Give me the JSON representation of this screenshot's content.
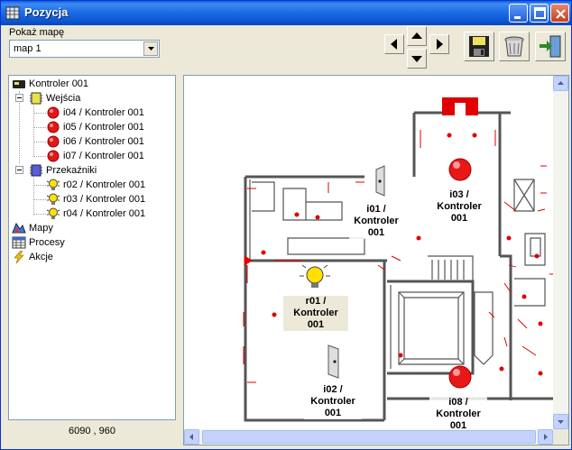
{
  "window": {
    "title": "Pozycja"
  },
  "map_select": {
    "label": "Pokaż mapę",
    "value": "map 1"
  },
  "tree": {
    "root": "Kontroler 001",
    "inputs": {
      "label": "Wejścia",
      "items": [
        "i04 / Kontroler 001",
        "i05 / Kontroler 001",
        "i06 / Kontroler 001",
        "i07 / Kontroler 001"
      ]
    },
    "relays": {
      "label": "Przekaźniki",
      "items": [
        "r02 / Kontroler 001",
        "r03 / Kontroler 001",
        "r04 / Kontroler 001"
      ]
    },
    "maps": "Mapy",
    "processes": "Procesy",
    "actions": "Akcje"
  },
  "status": {
    "coords": "6090 , 960"
  },
  "map_labels": {
    "i01": [
      "i01 /",
      "Kontroler",
      "001"
    ],
    "i03": [
      "i03 /",
      "Kontroler",
      "001"
    ],
    "r01": [
      "r01 /",
      "Kontroler",
      "001"
    ],
    "i02": [
      "i02 /",
      "Kontroler",
      "001"
    ],
    "i08": [
      "i08 /",
      "Kontroler",
      "001"
    ]
  },
  "colors": {
    "title_bar": "#0a54d0",
    "wall": "#555555",
    "accent_red": "#e00000",
    "input_red": "#e01818",
    "relay_yellow": "#ffe000"
  }
}
